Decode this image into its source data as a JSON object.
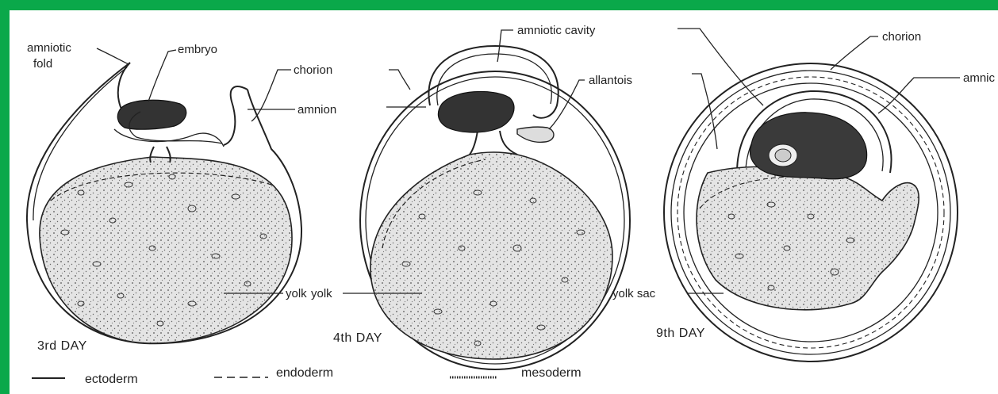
{
  "figure": {
    "stages": [
      {
        "id": "day3",
        "label": "3rd DAY"
      },
      {
        "id": "day4",
        "label": "4th DAY"
      },
      {
        "id": "day9",
        "label": "9th DAY"
      }
    ],
    "labels": {
      "amniotic_fold_line1": "amniotic",
      "amniotic_fold_line2": "fold",
      "embryo": "embryo",
      "chorion_day3": "chorion",
      "amnion_day3": "amnion",
      "yolk_day3": "yolk",
      "amniotic_cavity": "amniotic cavity",
      "allantois": "allantois",
      "yolk_day4": "yolk",
      "chorion_day9": "chorion",
      "amnion_day9": "amnic",
      "yolk_sac": "yolk sac"
    },
    "legend": [
      {
        "key": "ectoderm",
        "label": "ectoderm",
        "style": "solid"
      },
      {
        "key": "endoderm",
        "label": "endoderm",
        "style": "dashed"
      },
      {
        "key": "mesoderm",
        "label": "mesoderm",
        "style": "dotted"
      }
    ],
    "colors": {
      "border": "#0aa84a",
      "background": "#ffffff",
      "ink": "#222222"
    }
  }
}
